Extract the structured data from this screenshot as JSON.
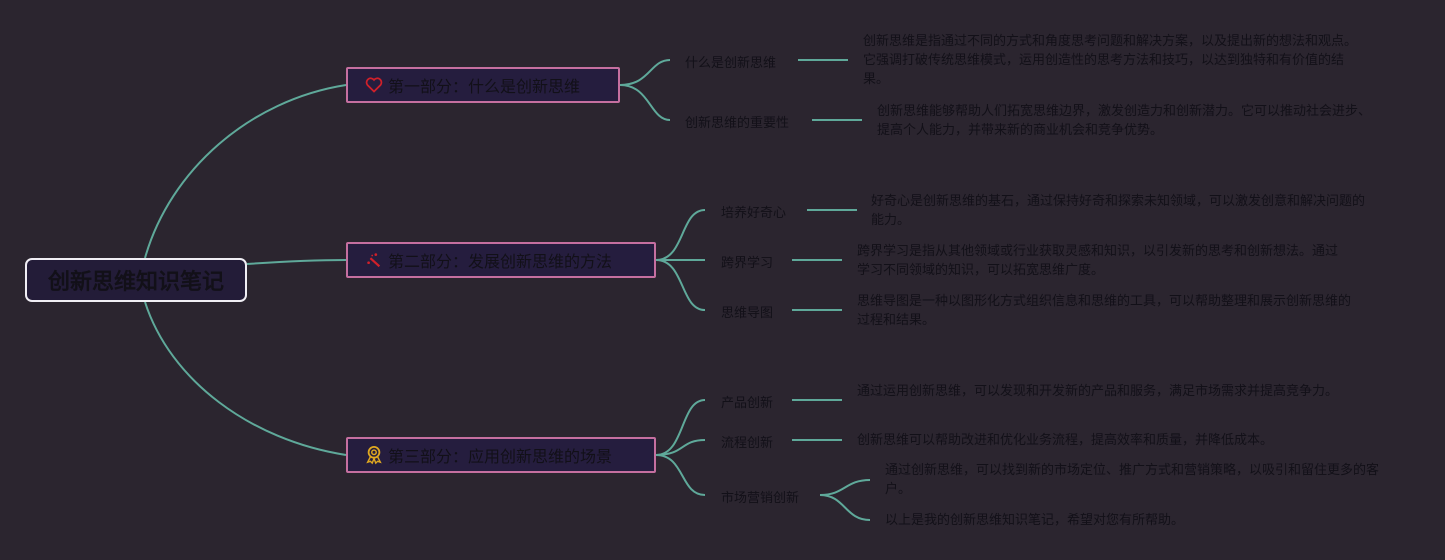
{
  "root": {
    "title": "创新思维知识笔记"
  },
  "branches": [
    {
      "title": "第一部分：什么是创新思维",
      "icon": "heart-icon",
      "children": [
        {
          "label": "什么是创新思维",
          "desc": "创新思维是指通过不同的方式和角度思考问题和解决方案，以及提出新的想法和观点。它强调打破传统思维模式，运用创造性的思考方法和技巧，以达到独特和有价值的结果。"
        },
        {
          "label": "创新思维的重要性",
          "desc": "创新思维能够帮助人们拓宽思维边界，激发创造力和创新潜力。它可以推动社会进步、提高个人能力，并带来新的商业机会和竞争优势。"
        }
      ]
    },
    {
      "title": "第二部分：发展创新思维的方法",
      "icon": "magic-wand-icon",
      "children": [
        {
          "label": "培养好奇心",
          "desc": "好奇心是创新思维的基石，通过保持好奇和探索未知领域，可以激发创意和解决问题的能力。"
        },
        {
          "label": "跨界学习",
          "desc": "跨界学习是指从其他领域或行业获取灵感和知识，以引发新的思考和创新想法。通过学习不同领域的知识，可以拓宽思维广度。"
        },
        {
          "label": "思维导图",
          "desc": "思维导图是一种以图形化方式组织信息和思维的工具，可以帮助整理和展示创新思维的过程和结果。"
        }
      ]
    },
    {
      "title": "第三部分：应用创新思维的场景",
      "icon": "award-medal-icon",
      "children": [
        {
          "label": "产品创新",
          "desc": "通过运用创新思维，可以发现和开发新的产品和服务，满足市场需求并提高竞争力。"
        },
        {
          "label": "流程创新",
          "desc": "创新思维可以帮助改进和优化业务流程，提高效率和质量，并降低成本。"
        },
        {
          "label": "市场营销创新",
          "desc": "通过创新思维，可以找到新的市场定位、推广方式和营销策略，以吸引和留住更多的客户。",
          "desc2": "以上是我的创新思维知识笔记，希望对您有所帮助。"
        }
      ]
    }
  ],
  "colors": {
    "link": "#5fa99a",
    "branch_border": "#c56fa0",
    "background": "#2b252f"
  }
}
